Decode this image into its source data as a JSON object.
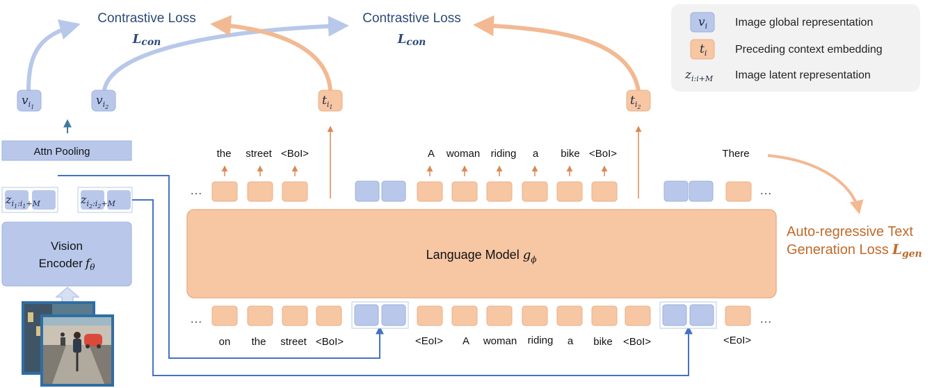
{
  "colors": {
    "orange_fill": "#f7c6a3",
    "orange_stroke": "#eab08a",
    "orange_arrow": "#f2b992",
    "orange_text": "#c06a2a",
    "blue_fill": "#b9c8ea",
    "blue_stroke": "#9cb0dc",
    "blue_arrow": "#b8c8ea",
    "title_blue": "#2c4a78",
    "connector_blue": "#4472c4",
    "legend_bg": "#f2f2f2"
  },
  "loss_top": [
    {
      "title": "Contrastive Loss",
      "symbol": "L",
      "subscript": "con"
    },
    {
      "title": "Contrastive Loss",
      "symbol": "L",
      "subscript": "con"
    }
  ],
  "legend": {
    "items": [
      {
        "symbol": "v",
        "subscript": "i",
        "label": "Image global representation"
      },
      {
        "symbol": "t",
        "subscript": "i",
        "label": "Preceding context embedding"
      },
      {
        "symbol": "z",
        "subscript": "i:i+M",
        "label": "Image latent representation"
      }
    ]
  },
  "nodes": {
    "v1": {
      "symbol": "v",
      "sub": "i",
      "subsub": "1"
    },
    "v2": {
      "symbol": "v",
      "sub": "i",
      "subsub": "2"
    },
    "t1": {
      "symbol": "t",
      "sub": "i",
      "subsub": "1"
    },
    "t2": {
      "symbol": "t",
      "sub": "i",
      "subsub": "2"
    },
    "z1": {
      "symbol": "z",
      "sub_a": "i",
      "sub_a_sub": "1",
      "sub_b": ":i",
      "sub_b_sub": "1",
      "sub_c": "+M"
    },
    "z2": {
      "symbol": "z",
      "sub_a": "i",
      "sub_a_sub": "2",
      "sub_b": ":i",
      "sub_b_sub": "2",
      "sub_c": "+M"
    }
  },
  "attn_pooling": "Attn Pooling",
  "vision_encoder": {
    "line1": "Vision",
    "line2": "Encoder",
    "symbol": "f",
    "subscript": "θ"
  },
  "language_model": {
    "label": "Language Model",
    "symbol": "g",
    "subscript": "ϕ"
  },
  "top_tokens": [
    "the",
    "street",
    "<BoI>",
    "A",
    "woman",
    "riding",
    "a",
    "bike",
    "<BoI>",
    "There"
  ],
  "bottom_tokens": [
    "on",
    "the",
    "street",
    "<BoI>",
    "<EoI>",
    "A",
    "woman",
    "riding",
    "a",
    "bike",
    "<BoI>",
    "<EoI>"
  ],
  "ellipsis": "…",
  "gen_loss": {
    "line1": "Auto-regressive Text",
    "line2": "Generation Loss",
    "symbol": "L",
    "subscript": "gen"
  }
}
